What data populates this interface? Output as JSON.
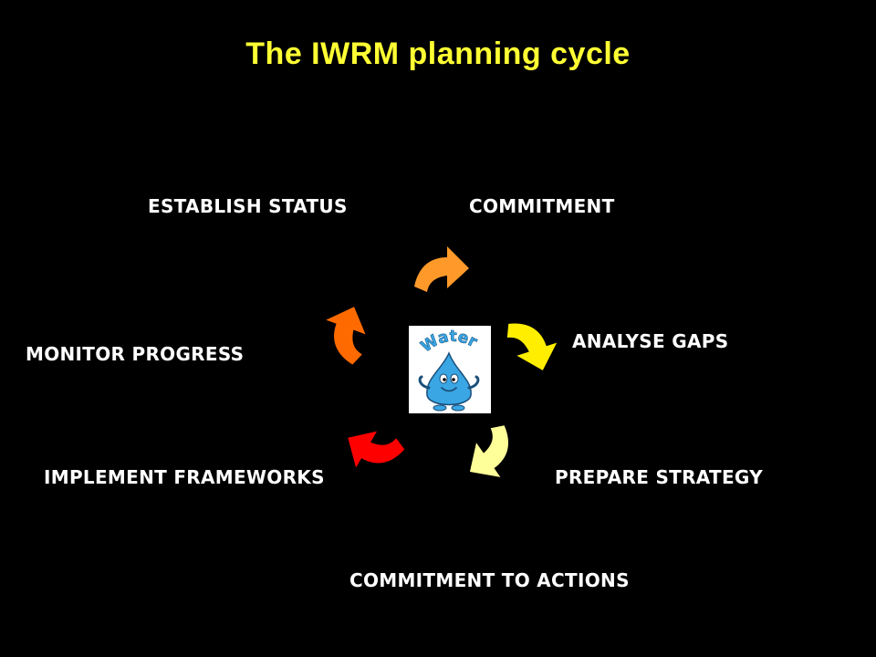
{
  "title": "The IWRM planning cycle",
  "stages": [
    {
      "id": "establish",
      "label": "ESTABLISH STATUS"
    },
    {
      "id": "commitment",
      "label": "COMMITMENT"
    },
    {
      "id": "analyse",
      "label": "ANALYSE GAPS"
    },
    {
      "id": "prepare",
      "label": "PREPARE STRATEGY"
    },
    {
      "id": "actions",
      "label": "COMMITMENT TO ACTIONS"
    },
    {
      "id": "implement",
      "label": "IMPLEMENT FRAMEWORKS"
    },
    {
      "id": "monitor",
      "label": "MONITOR PROGRESS"
    }
  ],
  "logo": {
    "text": "Water",
    "icon": "water-drop-mascot-icon"
  },
  "colors": {
    "background": "#000000",
    "title": "#ffff33",
    "label": "#ffffff",
    "arrow_top": "#ff9a2a",
    "arrow_right": "#ffee00",
    "arrow_bottom_right": "#ffff99",
    "arrow_bottom_left": "#ff0000",
    "arrow_left": "#ff6a00",
    "drop": "#3aa6e4"
  }
}
